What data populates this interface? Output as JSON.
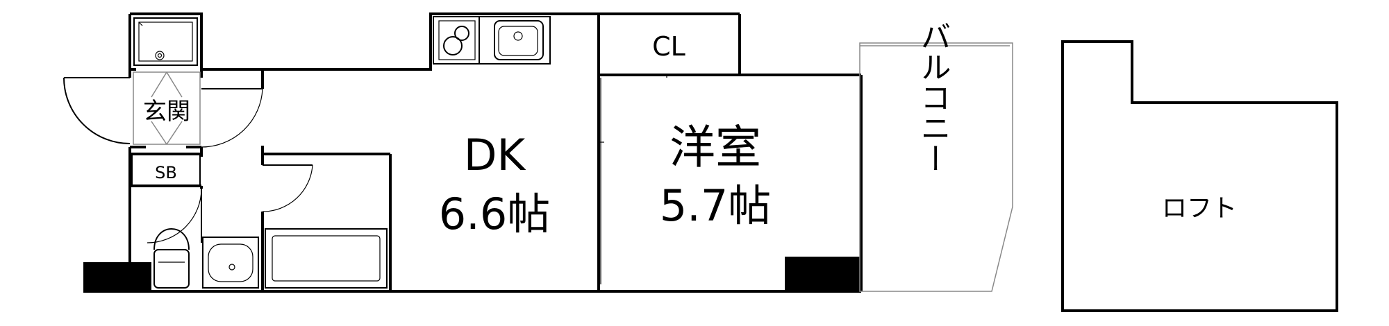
{
  "rooms": {
    "dk": {
      "name": "DK",
      "size": "6.6帖"
    },
    "western": {
      "name": "洋室",
      "size": "5.7帖"
    },
    "closet": "CL",
    "entrance": "玄関",
    "shoe_box": "SB",
    "balcony": "バルコニー",
    "loft": "ロフト"
  }
}
